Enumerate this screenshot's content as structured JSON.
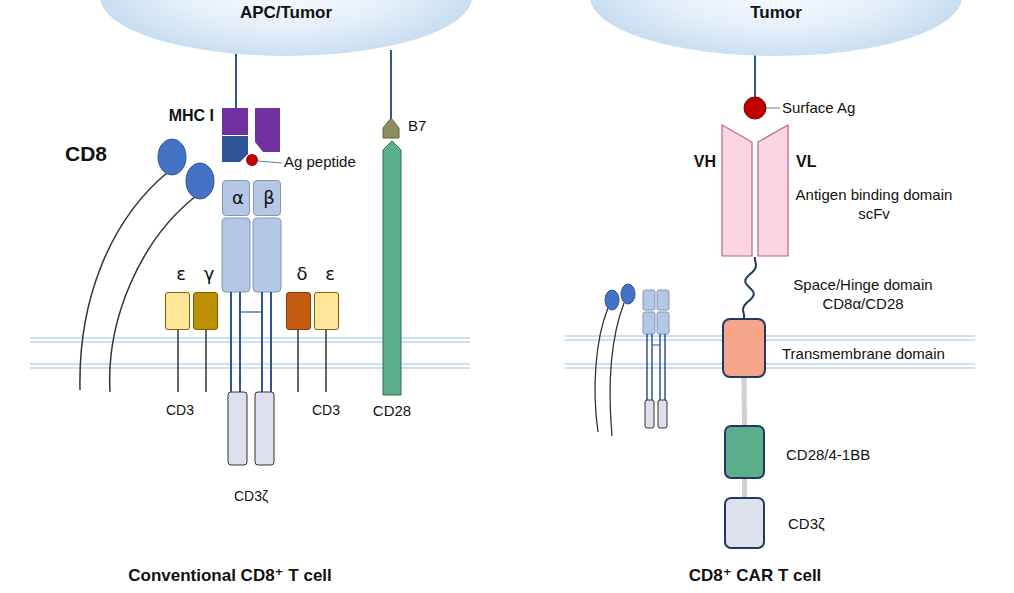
{
  "diagram": {
    "nodes": [
      {
        "text": [
          "APC/Tumor"
        ]
      },
      {
        "text": [
          "Tumor"
        ]
      },
      {
        "text": [
          "α"
        ]
      },
      {
        "text": [
          "β"
        ]
      },
      {
        "text": [
          "ε"
        ]
      },
      {
        "text": [
          "γ"
        ]
      },
      {
        "text": [
          "δ"
        ]
      },
      {
        "text": [
          "ε"
        ]
      },
      {
        "text": [
          "VH",
          "VL"
        ]
      },
      {
        "text": [
          "Transmembrane domain"
        ]
      },
      {
        "text": [
          "CD28/4-1BB"
        ]
      },
      {
        "text": [
          "CD3ζ"
        ]
      }
    ],
    "edges": [
      {
        "from": 8,
        "to": 9,
        "arrow": "none"
      },
      {
        "from": 9,
        "to": 10,
        "arrow": "none"
      },
      {
        "from": 10,
        "to": 11,
        "arrow": "none"
      }
    ],
    "labels": [
      "MHC I",
      "CD8",
      "Ag peptide",
      "B7",
      "CD3",
      "CD3",
      "CD28",
      "CD3ζ",
      "Conventional CD8⁺ T cell",
      "Surface Ag",
      "Antigen binding domain scFv",
      "Space/Hinge domain CD8α/CD28",
      "CD8⁺ CAR T cell"
    ]
  }
}
